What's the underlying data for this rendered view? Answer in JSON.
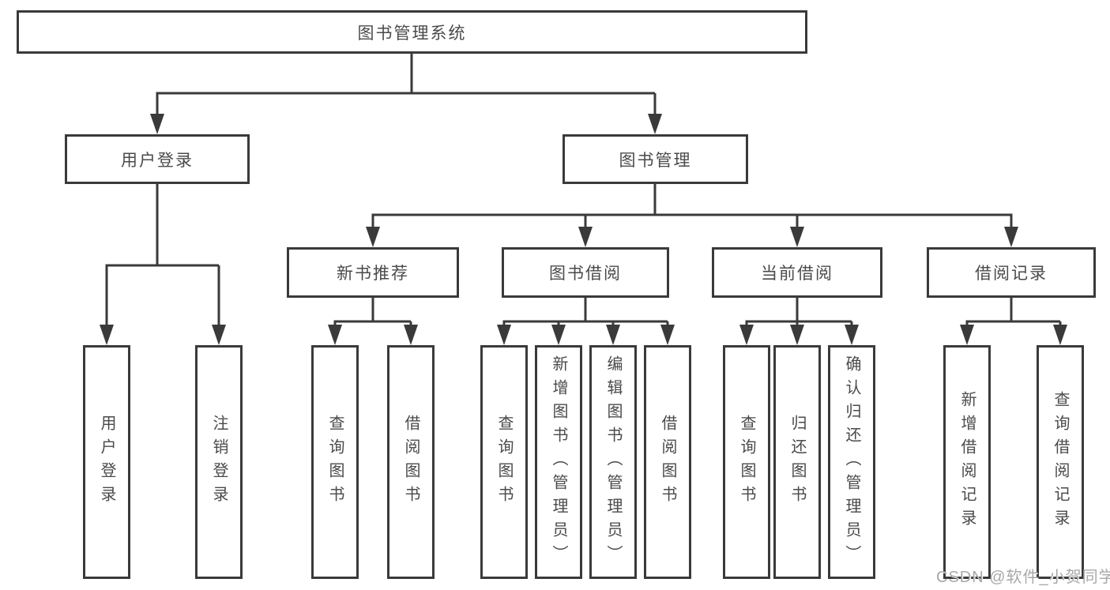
{
  "diagram": {
    "root": {
      "label": "图书管理系统"
    },
    "branches": [
      {
        "label": "用户登录",
        "children": [
          {
            "label": "用户登录"
          },
          {
            "label": "注销登录"
          }
        ]
      },
      {
        "label": "图书管理",
        "children": [
          {
            "label": "新书推荐",
            "children": [
              {
                "label": "查询图书"
              },
              {
                "label": "借阅图书"
              }
            ]
          },
          {
            "label": "图书借阅",
            "children": [
              {
                "label": "查询图书"
              },
              {
                "label": "新增图书（管理员）"
              },
              {
                "label": "编辑图书（管理员）"
              },
              {
                "label": "借阅图书"
              }
            ]
          },
          {
            "label": "当前借阅",
            "children": [
              {
                "label": "查询图书"
              },
              {
                "label": "归还图书"
              },
              {
                "label": "确认归还（管理员）"
              }
            ]
          },
          {
            "label": "借阅记录",
            "children": [
              {
                "label": "新增借阅记录"
              },
              {
                "label": "查询借阅记录"
              }
            ]
          }
        ]
      }
    ]
  },
  "watermark": {
    "text": "CSDN @软件_小贺同学"
  },
  "colors": {
    "line": "#3a3a3a",
    "box_border": "#3a3a3a",
    "text": "#4a4a4a",
    "watermark": "#a8a8a8",
    "background": "#ffffff"
  }
}
